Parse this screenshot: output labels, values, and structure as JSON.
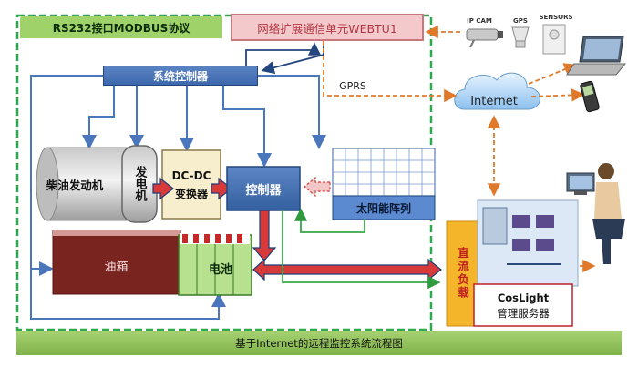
{
  "labels": {
    "protocol": "RS232接口MODBUS协议",
    "webtu": "网络扩展通信单元WEBTU1",
    "system_controller": "系统控制器",
    "gprs": "GPRS",
    "internet": "Internet",
    "diesel_engine": "柴油发动机",
    "generator": "发电机",
    "dcdc_line1": "DC-DC",
    "dcdc_line2": "变换器",
    "controller": "控制器",
    "solar_array": "太阳能阵列",
    "fuel_tank": "油箱",
    "battery": "电池",
    "dc_load": "直流负载",
    "server_line1": "CosLight",
    "server_line2": "管理服务器",
    "caption": "基于Internet的远程监控系统流程图"
  },
  "icons": {
    "ip_cam": "IP CAM",
    "gps": "GPS",
    "sensors": "SENSORS"
  },
  "colors": {
    "green_border": "#2fa84f",
    "protocol_fill": "#9fd36a",
    "controller_blue": "#3d68ad",
    "arrow_blue": "#4a76bb",
    "arrow_red": "#d83a3a",
    "arrow_orange": "#e07a2a",
    "arrow_green": "#3aa84a",
    "tank_fill": "#7a2420",
    "dc_load_fill": "#f4b52a",
    "caption_fill": "#8fbf5a"
  }
}
